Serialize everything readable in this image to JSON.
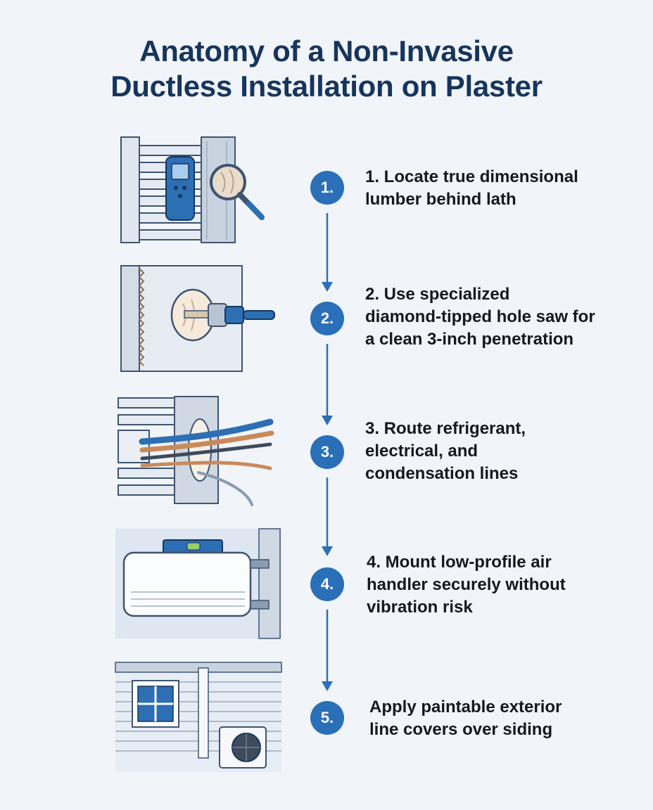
{
  "title": {
    "line1": "Anatomy of a Non-Invasive",
    "line2": "Ductless Installation on Plaster"
  },
  "steps": [
    {
      "number": "1.",
      "icon": "stud-finder-icon",
      "lines": [
        "1. Locate true dimensional",
        "lumber behind lath"
      ]
    },
    {
      "number": "2.",
      "icon": "hole-saw-icon",
      "lines": [
        "2. Use specialized",
        "diamond-tipped hole saw for",
        "a clean 3-inch penetration"
      ]
    },
    {
      "number": "3.",
      "icon": "refrigerant-lines-icon",
      "lines": [
        "3. Route refrigerant,",
        "electrical, and",
        "condensation lines"
      ]
    },
    {
      "number": "4.",
      "icon": "air-handler-icon",
      "lines": [
        "4. Mount low-profile air",
        "handler securely without",
        "vibration risk"
      ]
    },
    {
      "number": "5.",
      "icon": "house-condenser-icon",
      "lines": [
        "Apply paintable exterior",
        "line covers over siding"
      ]
    }
  ],
  "colors": {
    "background": "#f1f5fa",
    "title": "#17355c",
    "accent": "#2a6fb7",
    "text": "#15191f"
  }
}
